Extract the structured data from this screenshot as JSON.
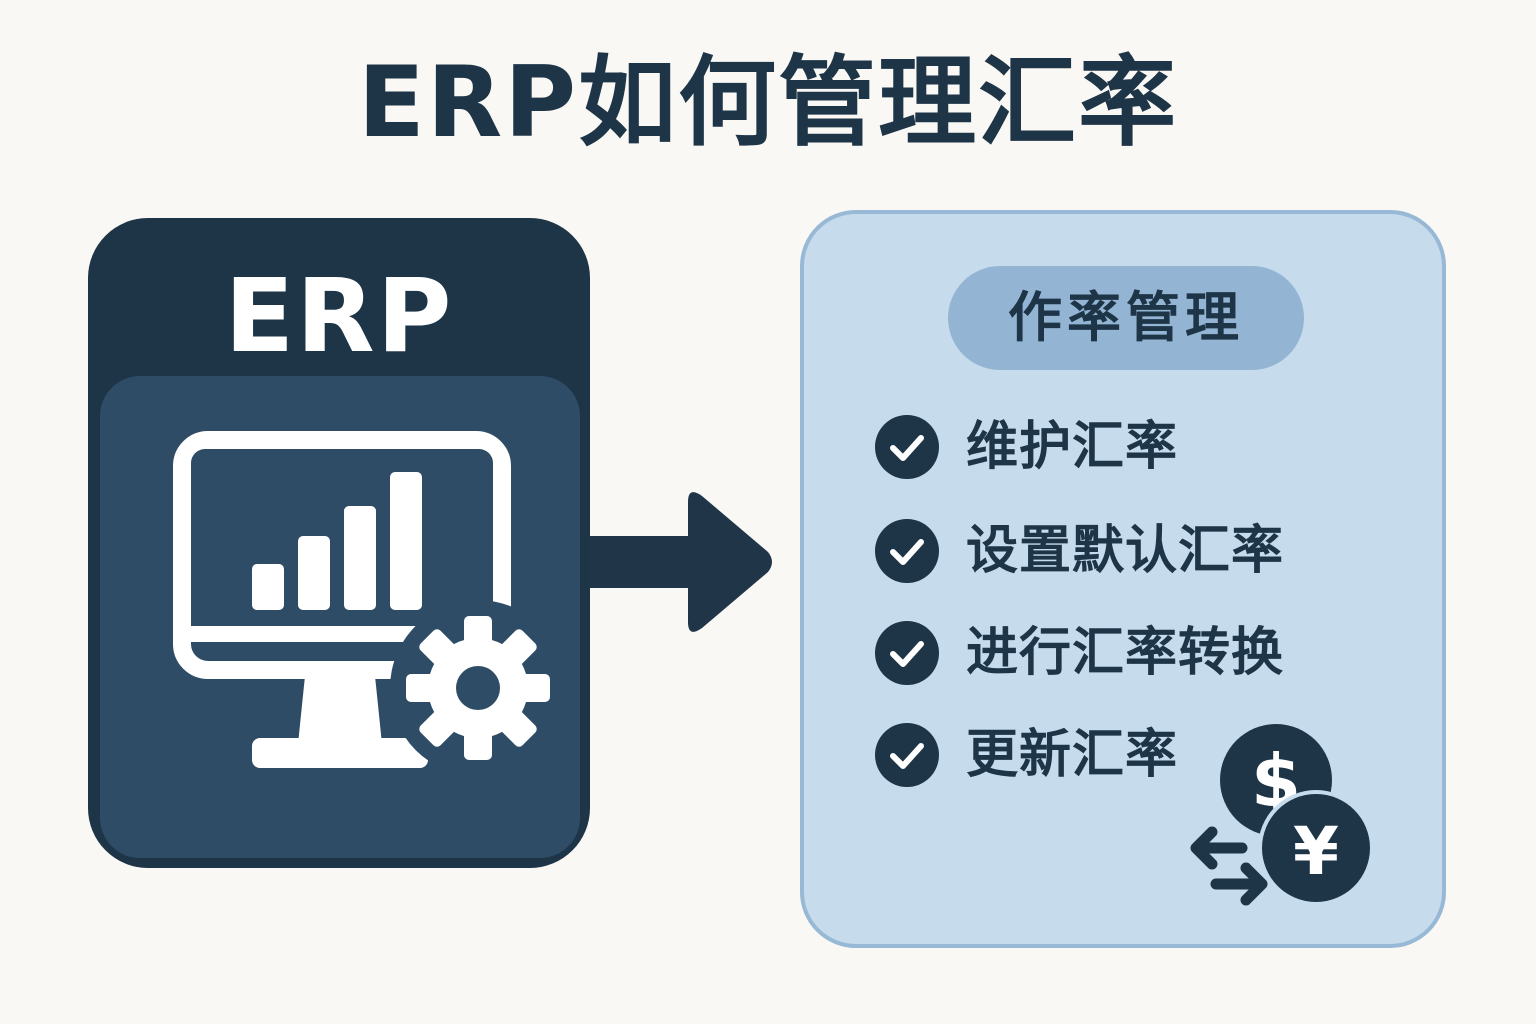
{
  "title": "ERP如何管理汇率",
  "erp_card": {
    "title": "ERP",
    "icons": [
      "monitor-icon",
      "bar-chart-icon",
      "gear-icon"
    ]
  },
  "arrow_icon": "right-arrow-icon",
  "rate_panel": {
    "header": "作率管理",
    "items": [
      {
        "label": "维护汇率",
        "icon": "check-icon"
      },
      {
        "label": "设置默认汇率",
        "icon": "check-icon"
      },
      {
        "label": "进行汇率转换",
        "icon": "check-icon"
      },
      {
        "label": "更新汇率",
        "icon": "check-icon"
      }
    ],
    "currency_symbols": [
      "$",
      "¥"
    ],
    "exchange_icon": "exchange-arrows-icon"
  },
  "colors": {
    "background": "#f9f8f4",
    "dark_navy": "#1e3447",
    "panel_blue": "#2e4c65",
    "light_blue": "#c6dbeb",
    "pill_blue": "#93b5d3",
    "border_blue": "#98b9d6"
  }
}
